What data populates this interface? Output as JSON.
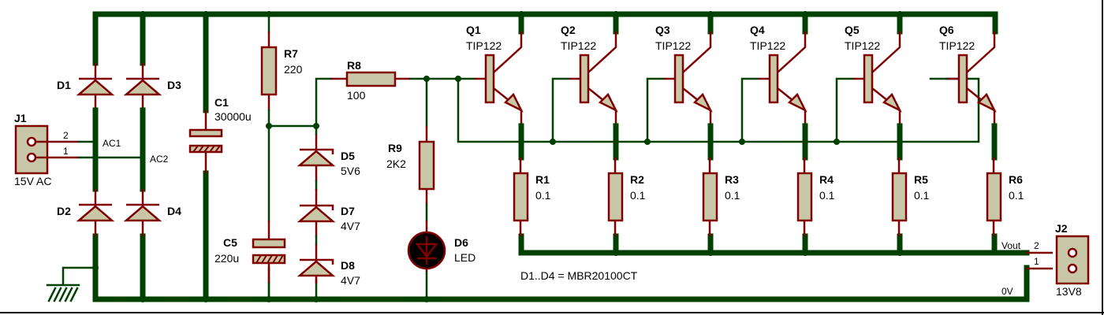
{
  "colors": {
    "wire": "#004000",
    "pin": "#800000",
    "body": "#c8c8a8",
    "background": "#ffffff"
  },
  "connectors": {
    "J1": {
      "ref": "J1",
      "value": "15V AC",
      "pin2": "2",
      "pin1": "1"
    },
    "J2": {
      "ref": "J2",
      "value": "13V8",
      "pin2": "2",
      "pin1": "1"
    }
  },
  "nets": {
    "ac1": "AC1",
    "ac2": "AC2",
    "vout": "Vout",
    "zero_v": "0V"
  },
  "diodes": {
    "D1": {
      "ref": "D1"
    },
    "D2": {
      "ref": "D2"
    },
    "D3": {
      "ref": "D3"
    },
    "D4": {
      "ref": "D4"
    },
    "D5": {
      "ref": "D5",
      "value": "5V6"
    },
    "D6": {
      "ref": "D6",
      "value": "LED"
    },
    "D7": {
      "ref": "D7",
      "value": "4V7"
    },
    "D8": {
      "ref": "D8",
      "value": "4V7"
    }
  },
  "capacitors": {
    "C1": {
      "ref": "C1",
      "value": "30000u"
    },
    "C5": {
      "ref": "C5",
      "value": "220u"
    }
  },
  "resistors": {
    "R7": {
      "ref": "R7",
      "value": "220"
    },
    "R8": {
      "ref": "R8",
      "value": "100"
    },
    "R9": {
      "ref": "R9",
      "value": "2K2"
    }
  },
  "transistors": [
    {
      "ref": "Q1",
      "value": "TIP122"
    },
    {
      "ref": "Q2",
      "value": "TIP122"
    },
    {
      "ref": "Q3",
      "value": "TIP122"
    },
    {
      "ref": "Q4",
      "value": "TIP122"
    },
    {
      "ref": "Q5",
      "value": "TIP122"
    },
    {
      "ref": "Q6",
      "value": "TIP122"
    }
  ],
  "emitter_resistors": [
    {
      "ref": "R1",
      "value": "0.1"
    },
    {
      "ref": "R2",
      "value": "0.1"
    },
    {
      "ref": "R3",
      "value": "0.1"
    },
    {
      "ref": "R4",
      "value": "0.1"
    },
    {
      "ref": "R5",
      "value": "0.1"
    },
    {
      "ref": "R6",
      "value": "0.1"
    }
  ],
  "note": "D1..D4 = MBR20100CT"
}
